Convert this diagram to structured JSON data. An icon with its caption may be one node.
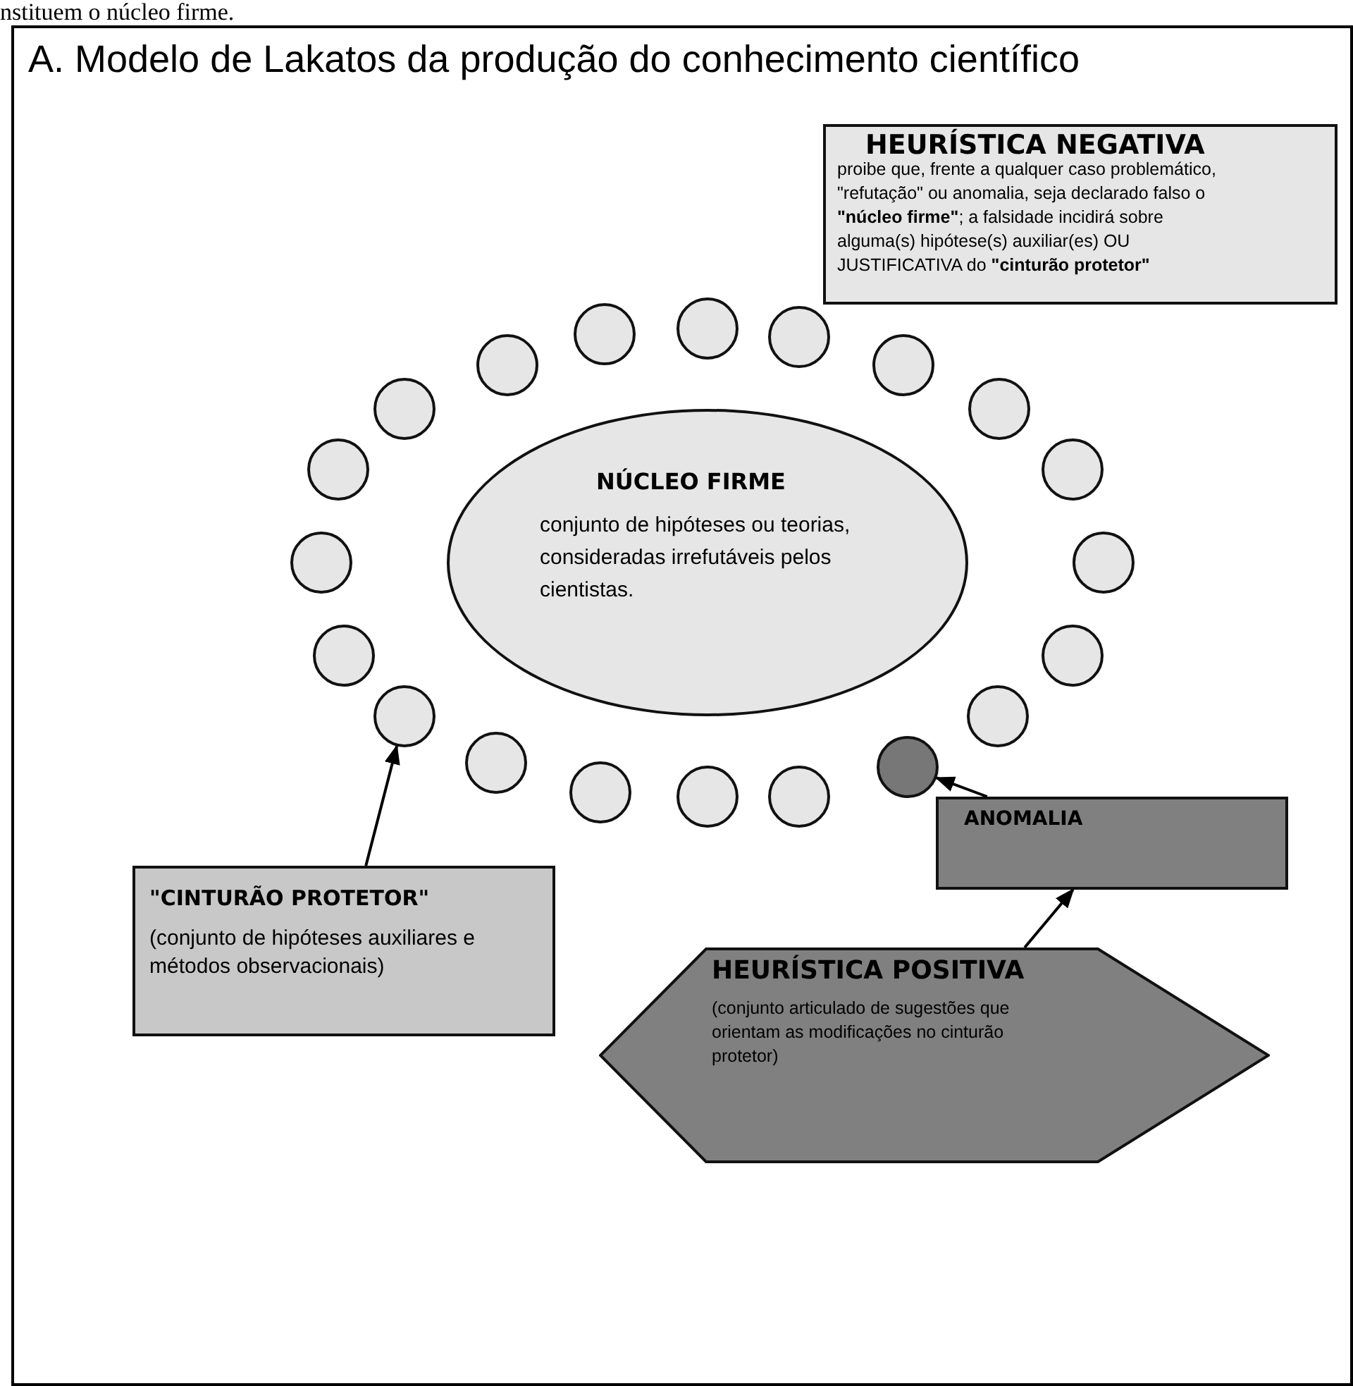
{
  "diagram": {
    "title": "A. Modelo de Lakatos da produção do conhecimento científico",
    "nodes": [
      {
        "text": [
          "HEURÍSTICA NEGATIVA",
          "proibe que, frente a qualquer caso problemático, \"refutação\" ou anomalia, seja declarado falso o **\"núcleo firme\"**; a falsidade incidirá sobre alguma(s) hipótese(s) auxiliar(es) OU JUSTIFICATIVA do **\"cinturão protetor\"**"
        ]
      },
      {
        "text": [
          "NÚCLEO FIRME",
          "conjunto de hipóteses ou teorias, consideradas irrefutáveis pelos cientistas."
        ]
      },
      {
        "text": [],
        "shape": "circle"
      },
      {
        "text": [],
        "shape": "circle"
      },
      {
        "text": [],
        "shape": "circle"
      },
      {
        "text": [],
        "shape": "circle"
      },
      {
        "text": [],
        "shape": "circle"
      },
      {
        "text": [],
        "shape": "circle"
      },
      {
        "text": [],
        "shape": "circle"
      },
      {
        "text": [],
        "shape": "circle"
      },
      {
        "text": [],
        "shape": "circle"
      },
      {
        "text": [],
        "shape": "circle"
      },
      {
        "text": [],
        "shape": "circle"
      },
      {
        "text": [],
        "shape": "circle"
      },
      {
        "text": [],
        "shape": "circle"
      },
      {
        "text": [],
        "shape": "circle"
      },
      {
        "text": [],
        "shape": "circle"
      },
      {
        "text": [],
        "shape": "circle"
      },
      {
        "text": [],
        "shape": "circle"
      },
      {
        "text": [],
        "shape": "circle"
      },
      {
        "text": [],
        "shape": "circle"
      },
      {
        "text": [],
        "shape": "circle"
      },
      {
        "text": [
          "ANOMALIA"
        ]
      },
      {
        "text": [
          "\"CINTURÃO PROTETOR\"",
          "(conjunto de hipóteses auxiliares e métodos observacionais)"
        ]
      },
      {
        "text": [
          "HEURÍSTICA POSITIVA",
          "(conjunto articulado de sugestões que orientam as modificações no cinturão protetor)"
        ]
      }
    ],
    "edges": [
      {
        "from": 23,
        "to": 17,
        "arrow": "to"
      },
      {
        "from": 22,
        "to": 12,
        "arrow": "to"
      },
      {
        "from": 24,
        "to": 22,
        "arrow": "to"
      }
    ],
    "labels": [
      "nstituem o núcleo firme."
    ]
  }
}
